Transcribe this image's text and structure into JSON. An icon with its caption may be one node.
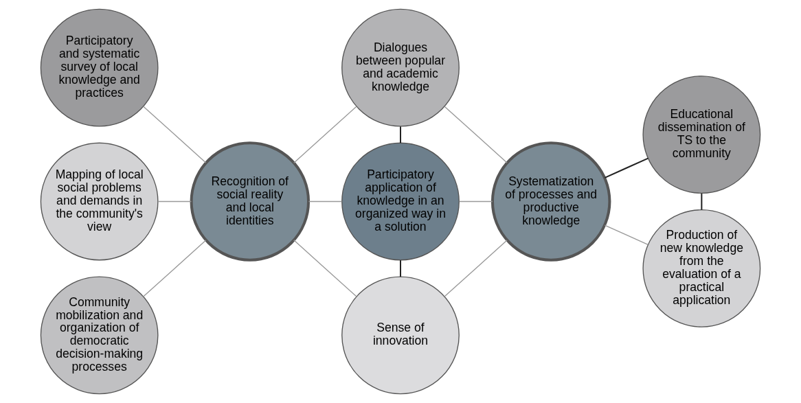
{
  "diagram": {
    "nodes": [
      {
        "text": [
          "Participatory and systematic survey of local knowledge and practices"
        ]
      },
      {
        "text": [
          "Dialogues between popular and academic knowledge"
        ]
      },
      {
        "text": [
          "Educational dissemination of TS to the community"
        ]
      },
      {
        "text": [
          "Mapping of local social problems and demands in the community's view"
        ]
      },
      {
        "text": [
          "Recognition of social reality and local identities"
        ]
      },
      {
        "text": [
          "Participatory application of knowledge in an organized way in a solution"
        ]
      },
      {
        "text": [
          "Systematization of processes and productive knowledge"
        ]
      },
      {
        "text": [
          "Production of new knowledge from the evaluation of a practical application"
        ]
      },
      {
        "text": [
          "Community mobilization and organization of democratic decision-making processes"
        ]
      },
      {
        "text": [
          "Sense of innovation"
        ]
      }
    ],
    "edges": [
      {
        "from": 0,
        "to": 4,
        "arrow": "none"
      },
      {
        "from": 3,
        "to": 4,
        "arrow": "none"
      },
      {
        "from": 8,
        "to": 4,
        "arrow": "none"
      },
      {
        "from": 4,
        "to": 1,
        "arrow": "none"
      },
      {
        "from": 4,
        "to": 5,
        "arrow": "none"
      },
      {
        "from": 4,
        "to": 9,
        "arrow": "none"
      },
      {
        "from": 1,
        "to": 5,
        "arrow": "none",
        "color": "#222222"
      },
      {
        "from": 5,
        "to": 9,
        "arrow": "none",
        "color": "#222222"
      },
      {
        "from": 1,
        "to": 6,
        "arrow": "none"
      },
      {
        "from": 5,
        "to": 6,
        "arrow": "none"
      },
      {
        "from": 9,
        "to": 6,
        "arrow": "none"
      },
      {
        "from": 6,
        "to": 2,
        "arrow": "none",
        "color": "#222222"
      },
      {
        "from": 6,
        "to": 7,
        "arrow": "none"
      },
      {
        "from": 2,
        "to": 7,
        "arrow": "none",
        "color": "#222222"
      }
    ]
  }
}
